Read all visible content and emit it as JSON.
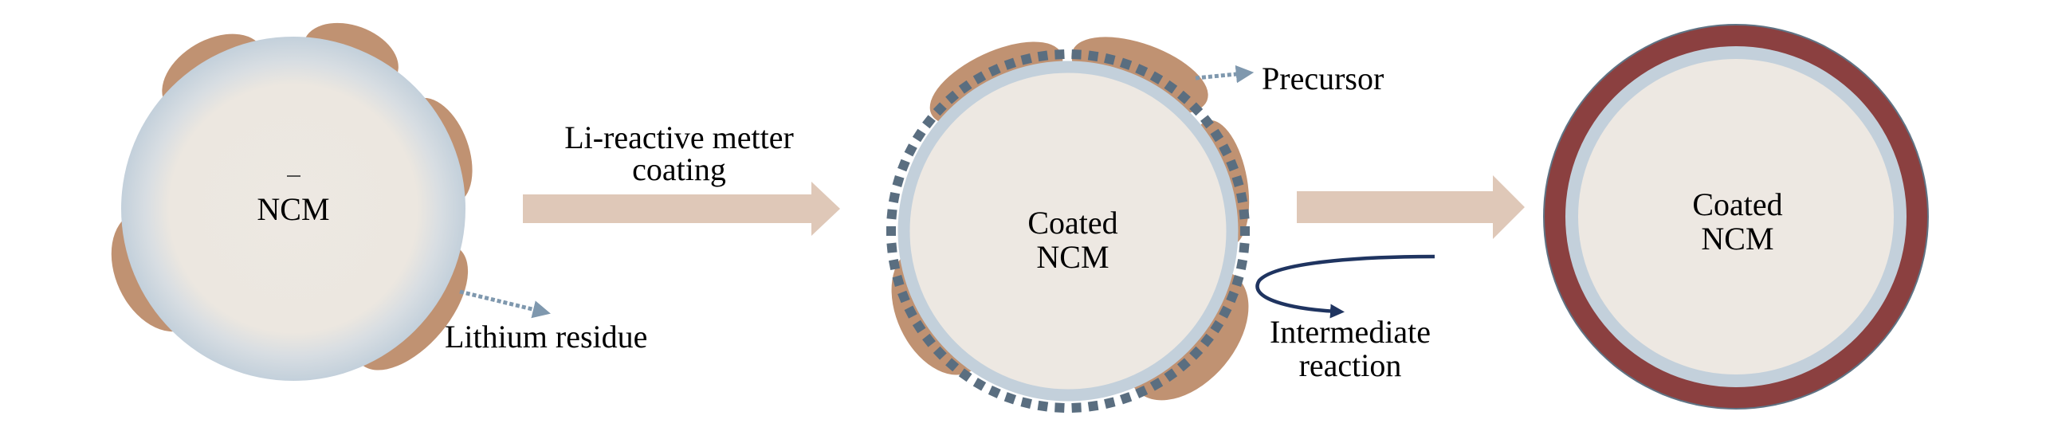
{
  "diagram": {
    "title": "NCM lithium-reactive coating process",
    "stages": [
      {
        "id": "raw",
        "label_lines": [
          "NCM"
        ]
      },
      {
        "id": "precursor",
        "label_lines": [
          "Coated",
          "NCM"
        ]
      },
      {
        "id": "final",
        "label_lines": [
          "Coated",
          "NCM"
        ]
      }
    ],
    "arrows": [
      {
        "from": "raw",
        "to": "precursor",
        "label_lines": [
          "Li-reactive metter",
          "coating"
        ]
      },
      {
        "from": "precursor",
        "to": "final",
        "label_lines": []
      }
    ],
    "annotations": {
      "lithium_residue": "Lithium residue",
      "precursor": "Precursor",
      "intermediate_reaction": [
        "Intermediate",
        "reaction"
      ]
    },
    "colors": {
      "core": "#ede8e2",
      "shell": "#c3d0db",
      "lithium_residue": "#c09272",
      "precursor_dash": "#5a6e80",
      "coating_layer": "#8b4040",
      "coating_edge": "#5f7384",
      "process_arrow": "#dfc8b8",
      "pointer_arrow": "#7f98ae",
      "reaction_arrow": "#1f3460"
    }
  }
}
